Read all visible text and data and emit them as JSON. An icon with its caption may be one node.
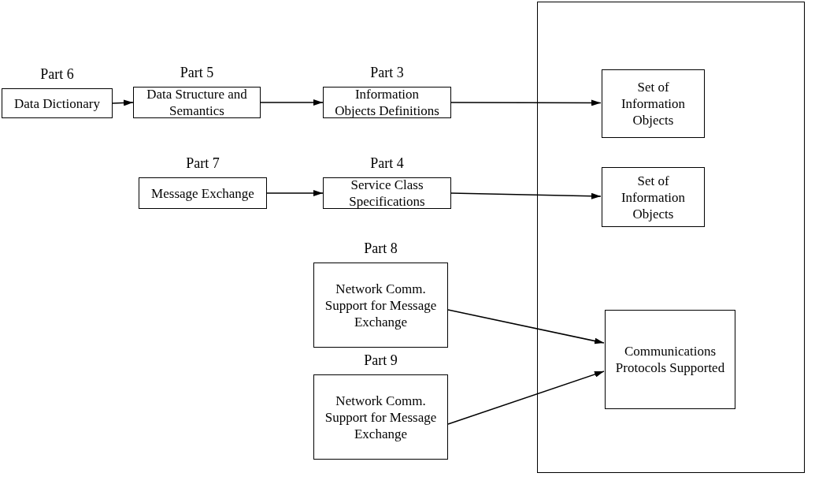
{
  "diagram": {
    "nodes": [
      {
        "text": [],
        "shape": "box"
      },
      {
        "text": [
          "Part 6",
          "Data Dictionary"
        ]
      },
      {
        "text": [
          "Part 5",
          "Data Structure and Semantics"
        ]
      },
      {
        "text": [
          "Part 3",
          "Information Objects Definitions"
        ]
      },
      {
        "text": [
          "Set of Information Objects"
        ],
        "in": 0
      },
      {
        "text": [
          "Part 7",
          "Message Exchange"
        ]
      },
      {
        "text": [
          "Part 4",
          "Service Class Specifications"
        ]
      },
      {
        "text": [
          "Set of Information Objects"
        ],
        "in": 0
      },
      {
        "text": [
          "Part 8",
          "Network Comm. Support for Message Exchange"
        ]
      },
      {
        "text": [
          "Part 9",
          "Network Comm. Support for Message Exchange"
        ]
      },
      {
        "text": [
          "Communications Protocols Supported"
        ],
        "in": 0
      }
    ],
    "edges": [
      {
        "from": 1,
        "to": 2,
        "arrow": "to"
      },
      {
        "from": 2,
        "to": 3,
        "arrow": "to"
      },
      {
        "from": 3,
        "to": 4,
        "arrow": "to"
      },
      {
        "from": 5,
        "to": 6,
        "arrow": "to"
      },
      {
        "from": 6,
        "to": 7,
        "arrow": "to"
      },
      {
        "from": 8,
        "to": 10,
        "arrow": "to"
      },
      {
        "from": 9,
        "to": 10,
        "arrow": "to"
      }
    ]
  }
}
